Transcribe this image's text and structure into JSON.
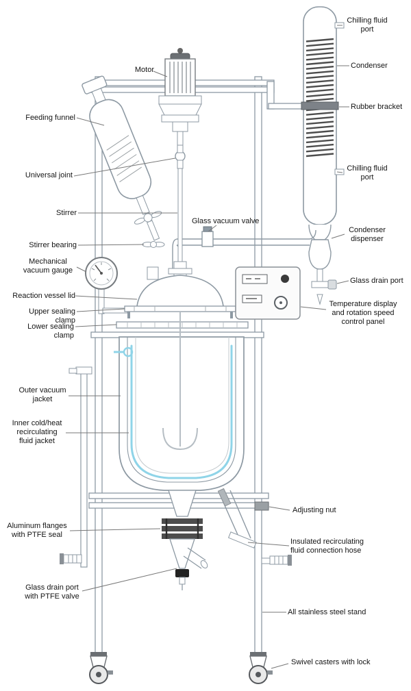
{
  "diagram": {
    "name": "Jacketed glass reactor labeled diagram",
    "glass_line_color": "#8d99a3",
    "fluid_accent_color": "#8fd4e8",
    "dark_part_color": "#4d4d4d",
    "leader_line_color": "#777777"
  },
  "labels": [
    {
      "id": "chilling-fluid-port-top",
      "text": "Chilling fluid port"
    },
    {
      "id": "condenser",
      "text": "Condenser"
    },
    {
      "id": "rubber-bracket",
      "text": "Rubber bracket"
    },
    {
      "id": "chilling-fluid-port-bottom",
      "text": "Chilling fluid port"
    },
    {
      "id": "condenser-dispenser",
      "text": "Condenser dispenser"
    },
    {
      "id": "glass-drain-port",
      "text": "Glass drain port"
    },
    {
      "id": "temperature-panel",
      "text": "Temperature display and rotation speed control panel"
    },
    {
      "id": "motor",
      "text": "Motor"
    },
    {
      "id": "feeding-funnel",
      "text": "Feeding funnel"
    },
    {
      "id": "universal-joint",
      "text": "Universal joint"
    },
    {
      "id": "stirrer",
      "text": "Stirrer"
    },
    {
      "id": "glass-vacuum-valve",
      "text": "Glass vacuum valve"
    },
    {
      "id": "stirrer-bearing",
      "text": "Stirrer bearing"
    },
    {
      "id": "mechanical-vacuum-gauge",
      "text": "Mechanical vacuum gauge"
    },
    {
      "id": "reaction-vessel-lid",
      "text": "Reaction vessel lid"
    },
    {
      "id": "upper-sealing-clamp",
      "text": "Upper sealing clamp"
    },
    {
      "id": "lower-sealing-clamp",
      "text": "Lower sealing clamp"
    },
    {
      "id": "outer-vacuum-jacket",
      "text": "Outer vacuum jacket"
    },
    {
      "id": "inner-jacket",
      "text": "Inner cold/heat recirculating fluid jacket"
    },
    {
      "id": "adjusting-nut",
      "text": "Adjusting nut"
    },
    {
      "id": "aluminum-flanges",
      "text": "Aluminum flanges with PTFE seal"
    },
    {
      "id": "insulated-hose",
      "text": "Insulated recirculating fluid connection hose"
    },
    {
      "id": "glass-drain-ptfe",
      "text": "Glass drain port with PTFE valve"
    },
    {
      "id": "stainless-stand",
      "text": "All stainless steel stand"
    },
    {
      "id": "swivel-casters",
      "text": "Swivel casters with lock"
    }
  ]
}
